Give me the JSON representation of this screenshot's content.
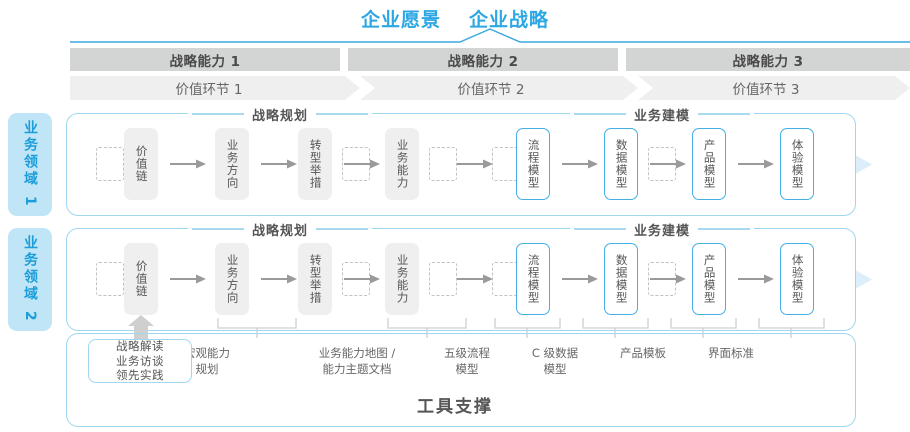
{
  "header": {
    "titles": [
      "企业愿景",
      "企业战略"
    ],
    "accent_color": "#2ca7e4"
  },
  "capabilities": [
    {
      "label": "战略能力 1"
    },
    {
      "label": "战略能力 2"
    },
    {
      "label": "战略能力 3"
    }
  ],
  "value_chain": [
    {
      "label": "价值环节 1"
    },
    {
      "label": "价值环节 2"
    },
    {
      "label": "价值环节 3"
    }
  ],
  "domains": [
    {
      "label": "业务领域 1"
    },
    {
      "label": "业务领域 2"
    }
  ],
  "sections": [
    {
      "label": "战略规划"
    },
    {
      "label": "业务建模"
    }
  ],
  "stages": {
    "planning": [
      {
        "label": "价值链"
      },
      {
        "label": "业务方向"
      },
      {
        "label": "转型举措"
      },
      {
        "label": "业务能力"
      }
    ],
    "modeling": [
      {
        "label": "流程模型"
      },
      {
        "label": "数据模型"
      },
      {
        "label": "产品模型"
      },
      {
        "label": "体验模型"
      }
    ]
  },
  "deliverables": [
    {
      "label": "战略解读\n业务访谈\n领先实践",
      "boxed": true
    },
    {
      "label": "宏观能力\n规划"
    },
    {
      "label": "业务能力地图 /\n能力主题文档"
    },
    {
      "label": "五级流程\n模型"
    },
    {
      "label": "C 级数据\n模型"
    },
    {
      "label": "产品模板"
    },
    {
      "label": "界面标准"
    }
  ],
  "footer": {
    "title": "工具支撑"
  },
  "colors": {
    "brand_blue": "#2ca7e4",
    "border_blue": "#9ed7ef",
    "box_blue": "#45b0e3",
    "bar_gray": "#d3d5d5",
    "chevron_gray": "#efefef",
    "band": "#eff7fc",
    "text_gray": "#555555"
  }
}
